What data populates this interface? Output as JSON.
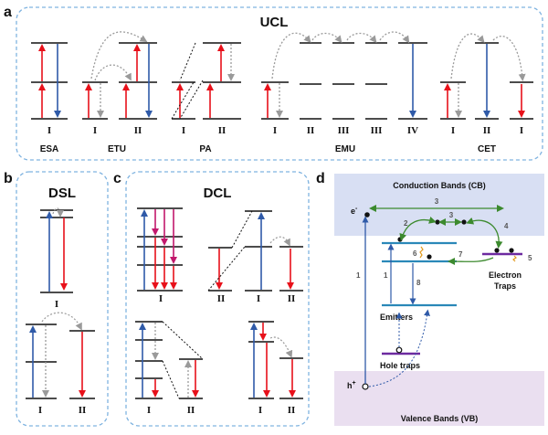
{
  "panels": {
    "a": {
      "letter": "a",
      "title": "UCL",
      "groups": [
        "ESA",
        "ETU",
        "PA",
        "EMU",
        "CET"
      ],
      "roman": [
        "I",
        "I",
        "II",
        "I",
        "II",
        "I",
        "II",
        "III",
        "III",
        "IV",
        "I",
        "II",
        "I"
      ]
    },
    "b": {
      "letter": "b",
      "title": "DSL",
      "roman": [
        "I",
        "I",
        "II"
      ]
    },
    "c": {
      "letter": "c",
      "title": "DCL",
      "roman": [
        "I",
        "II",
        "I",
        "II",
        "I",
        "II",
        "I",
        "II"
      ]
    },
    "d": {
      "letter": "d",
      "conduction": "Conduction Bands (CB)",
      "valence": "Valence Bands (VB)",
      "electron": "e",
      "electron_sup": "-",
      "hole": "h",
      "hole_sup": "+",
      "emitters": "Emitters",
      "electron_traps_1": "Electron",
      "electron_traps_2": "Traps",
      "hole_traps": "Hole traps",
      "steps": [
        "1",
        "2",
        "3",
        "3",
        "4",
        "5",
        "6",
        "7",
        "8",
        "1"
      ]
    }
  },
  "colors": {
    "frame": "#7fb3e0",
    "red": "#e8101a",
    "blue": "#2f5aa8",
    "magenta": "#c2186c",
    "green": "#3c8a2e",
    "orange": "#e39a1c",
    "purple": "#6d2aa0",
    "cb_fill": "#d8dff3",
    "vb_fill": "#eadff0"
  }
}
